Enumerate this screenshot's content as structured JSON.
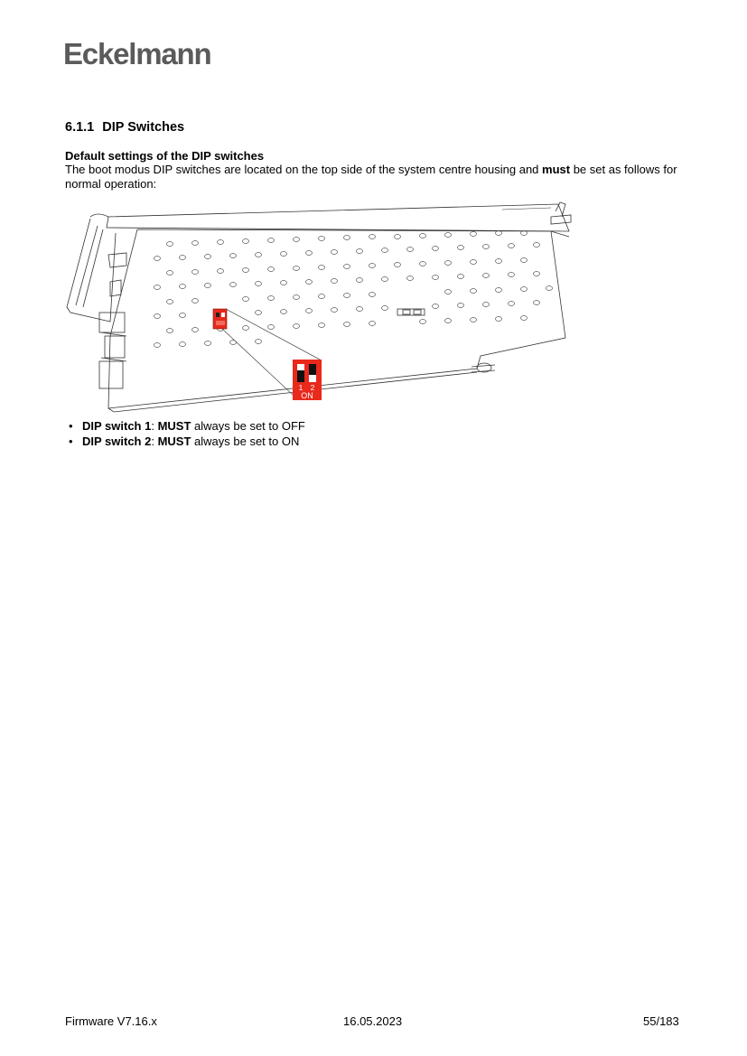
{
  "header": {
    "logo_text": "Eckelmann"
  },
  "section": {
    "number": "6.1.1",
    "title": "DIP Switches"
  },
  "subheading": "Default settings of the DIP switches",
  "intro": {
    "part1": "The boot modus DIP switches are located on the top side of the system centre housing and ",
    "bold": "must",
    "part2": " be set as follows for normal operation:"
  },
  "figure": {
    "detail_label_1": "1",
    "detail_label_2": "2",
    "detail_label_on": "ON"
  },
  "bullets": [
    {
      "label": "DIP switch 1",
      "sep": ": ",
      "must": "MUST",
      "text": " always be set to OFF"
    },
    {
      "label": "DIP switch 2",
      "sep": ": ",
      "must": "MUST",
      "text": " always be set to ON"
    }
  ],
  "footer": {
    "left": "Firmware V7.16.x",
    "center": "16.05.2023",
    "right": "55/183"
  },
  "colors": {
    "logo": "#5b5b5b",
    "switch_red": "#e8291c"
  }
}
